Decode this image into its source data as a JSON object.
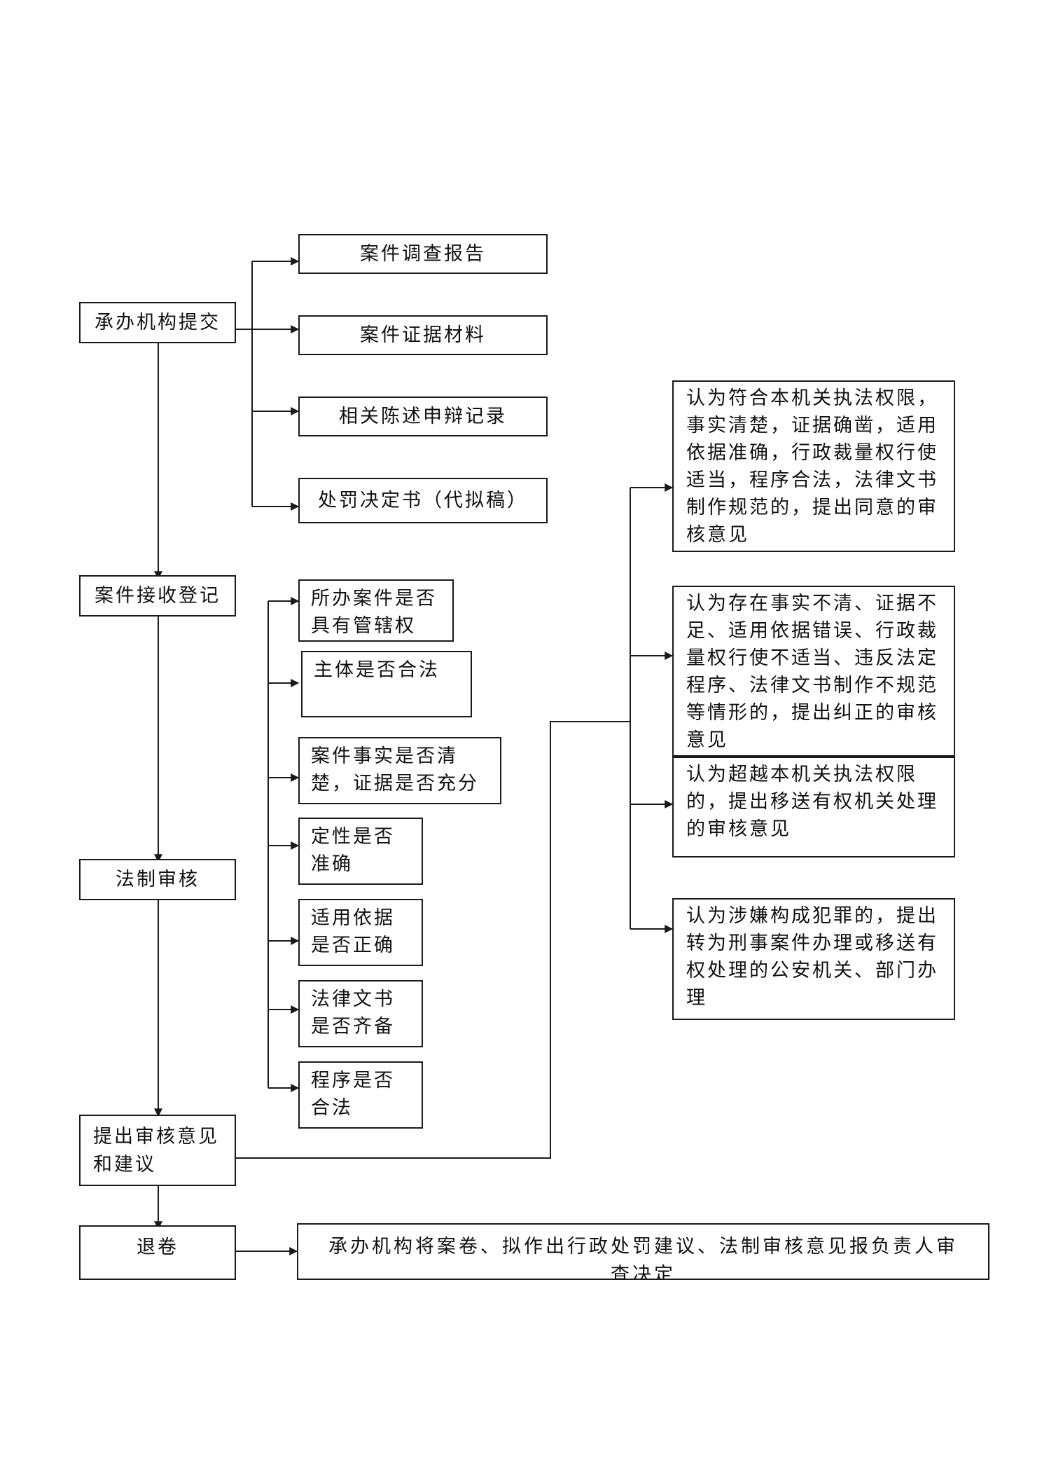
{
  "main_steps": {
    "submit": "承办机构提交",
    "register": "案件接收登记",
    "review": "法制审核",
    "opinion": "提出审核意见和建议",
    "return": "退卷"
  },
  "materials": [
    "案件调查报告",
    "案件证据材料",
    "相关陈述申辩记录",
    "处罚决定书（代拟稿）"
  ],
  "review_points": [
    "所办案件是否具有管辖权",
    "主体是否合法",
    "案件事实是否清楚，证据是否充分",
    "定性是否准确",
    "适用依据是否正确",
    "法律文书是否齐备",
    "程序是否合法"
  ],
  "outcomes": [
    "认为符合本机关执法权限，事实清楚，证据确凿，适用依据准确，行政裁量权行使适当，程序合法，法律文书制作规范的，提出同意的审核意见",
    "认为存在事实不清、证据不足、适用依据错误、行政裁量权行使不适当、违反法定程序、法律文书制作不规范等情形的，提出纠正的审核意见",
    "认为超越本机关执法权限的，提出移送有权机关处理的审核意见",
    "认为涉嫌构成犯罪的，提出转为刑事案件办理或移送有权处理的公安机关、部门办理"
  ],
  "final_note": "承办机构将案卷、拟作出行政处罚建议、法制审核意见报负责人审查决定"
}
